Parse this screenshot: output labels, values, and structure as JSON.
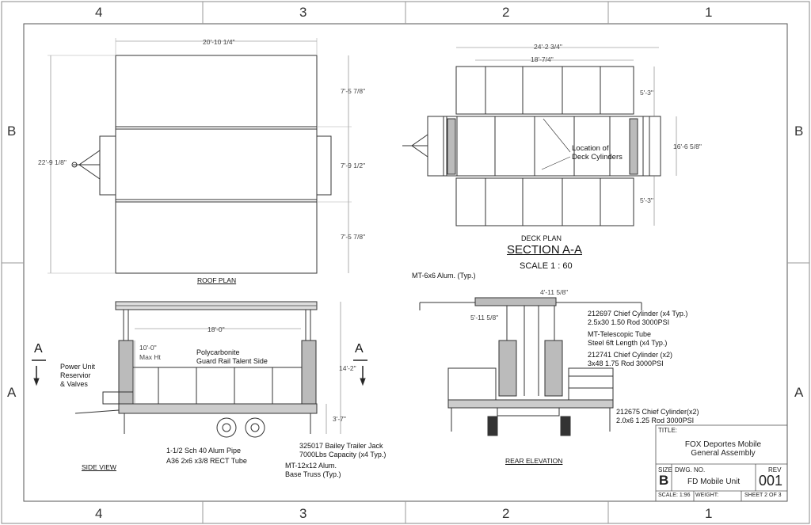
{
  "zones": {
    "top": [
      "4",
      "3",
      "2",
      "1"
    ],
    "bottom": [
      "4",
      "3",
      "2",
      "1"
    ],
    "left": [
      "B",
      "A"
    ],
    "right": [
      "B",
      "A"
    ]
  },
  "roof_plan": {
    "title": "ROOF PLAN",
    "dims": {
      "width": "20'-10 1/4\"",
      "height": "22'-9 1/8\"",
      "seg1": "7'-5 7/8\"",
      "seg2": "7'-9 1/2\"",
      "seg3": "7'-5 7/8\""
    }
  },
  "deck_plan": {
    "title": "DECK PLAN",
    "section": "SECTION A-A",
    "scale": "SCALE 1 : 60",
    "callout": "Location of\nDeck Cylinders",
    "dims": {
      "overall": "24'-2 3/4\"",
      "inner": "18'-7/4\"",
      "top": "5'-3\"",
      "height": "16'-6 5/8\"",
      "bottom": "5'-3\""
    }
  },
  "side_view": {
    "title": "SIDE VIEW",
    "section_marker": "A",
    "dims": {
      "span": "18'-0\"",
      "max_ht": "10'-0\"",
      "max_ht_note": "Max Ht",
      "height": "14'-2\"",
      "deck": "3'-7\""
    },
    "labels": {
      "power_unit": "Power Unit\nReservior\n& Valves",
      "guard_rail": "Polycarbonite\nGuard Rail Talent Side",
      "pipe": "1-1/2 Sch 40 Alum Pipe",
      "tube": "A36 2x6 x3/8 RECT Tube",
      "jack": "325017 Bailey Trailer Jack\n7000Lbs Capacity (x4 Typ.)",
      "truss": "MT-12x12 Alum.\nBase Truss (Typ.)"
    }
  },
  "rear_elevation": {
    "title": "REAR ELEVATION",
    "dims": {
      "top": "4'-11 5/8\"",
      "side": "5'-11 5/8\""
    },
    "labels": {
      "alum": "MT-6x6 Alum. (Typ.)",
      "cyl1": "212697 Chief Cylinder (x4 Typ.)\n2.5x30 1.50 Rod 3000PSI",
      "tele": "MT-Telescopic Tube\nSteel 6ft Length (x4 Typ.)",
      "cyl2": "212741 Chief Cylinder (x2)\n3x48 1.75 Rod 3000PSI",
      "cyl3": "212675 Chief Cylinder(x2)\n2.0x6 1.25 Rod 3000PSI"
    }
  },
  "title_block": {
    "title_label": "TITLE:",
    "title": "FOX Deportes Mobile\nGeneral Assembly",
    "size_label": "SIZE",
    "size": "B",
    "dwg_label": "DWG.  NO.",
    "dwg": "FD Mobile Unit",
    "rev_label": "REV",
    "rev": "001",
    "scale": "SCALE: 1:96",
    "weight": "WEIGHT:",
    "sheet": "SHEET 2 OF 3"
  }
}
